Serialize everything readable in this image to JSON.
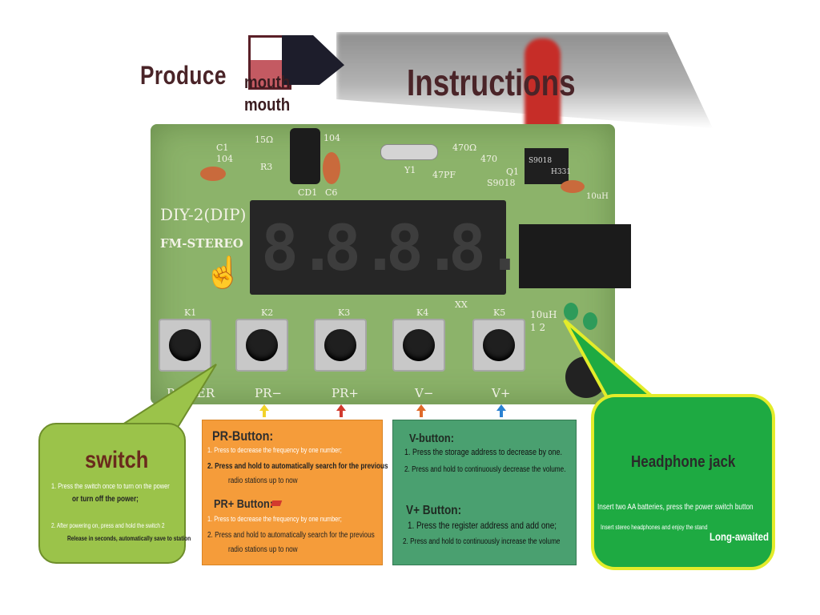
{
  "header": {
    "produce": "Produce",
    "mouth_top": "mouth",
    "mouth_bottom": "mouth",
    "instructions": "Instructions"
  },
  "pcb": {
    "model": "DIY-2(DIP)",
    "subtitle": "FM-STEREO",
    "components": [
      "C1",
      "104",
      "15Ω",
      "R3",
      "104",
      "CD1",
      "C6",
      "Y1",
      "470Ω",
      "470",
      "47PF",
      "Q1",
      "S9018",
      "S9018",
      "H331",
      "10uH",
      "XX",
      "10uH",
      "1 2"
    ],
    "digits": [
      "8.",
      "8.",
      "8.",
      "8."
    ],
    "keys": [
      {
        "id": "K1",
        "label": "POWER"
      },
      {
        "id": "K2",
        "label": "PR−"
      },
      {
        "id": "K3",
        "label": "PR+"
      },
      {
        "id": "K4",
        "label": "V−"
      },
      {
        "id": "K5",
        "label": "V+"
      }
    ]
  },
  "arrow_colors": [
    "#f2d22a",
    "#d23a2e",
    "#e06a2a",
    "#2a82d2"
  ],
  "switch_box": {
    "title": "switch",
    "lines": [
      "1. Press the switch once to turn on the power",
      "or turn off the power;",
      "2. After powering on, press and hold the switch 2",
      "Release in seconds, automatically save to station"
    ]
  },
  "pr_box": {
    "title_minus": "PR-Button:",
    "minus_1": "1. Press to decrease the frequency by one number;",
    "minus_2": "2. Press and hold to automatically search for the previous",
    "minus_3": "radio stations up to now",
    "title_plus": "PR+ Button:",
    "plus_1": "1. Press to decrease the frequency by one number;",
    "plus_2": "2. Press and hold to automatically search for the previous",
    "plus_3": "radio stations up to now"
  },
  "v_box": {
    "title_minus": "V-button:",
    "minus_1": "1. Press the storage address to decrease by one.",
    "minus_2": "2. Press and hold to continuously decrease the volume.",
    "title_plus": "V+ Button:",
    "plus_1": "1. Press the register address and add one;",
    "plus_2": "2. Press and hold to continuously increase the volume"
  },
  "hp_box": {
    "title": "Headphone jack",
    "line_1": "Insert two AA batteries, press the power switch button",
    "line_2": "Insert stereo headphones and enjoy the stand",
    "line_3": "Long-awaited"
  },
  "colors": {
    "pcb": "#8cb36a",
    "switch_box": "#9bc34a",
    "pr_box": "#f59c3a",
    "v_box": "#4aa070",
    "hp_box": "#1eaa42",
    "hp_border": "#e3ec2a"
  }
}
